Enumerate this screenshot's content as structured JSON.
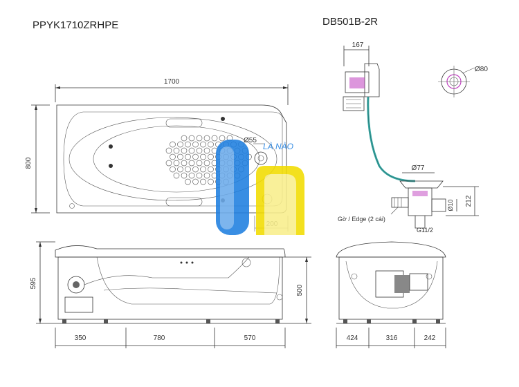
{
  "titles": {
    "tub_model": "PPYK1710ZRHPE",
    "drain_model": "DB501B-2R"
  },
  "watermark": {
    "text": "LÀ NÀO",
    "colors": [
      "#1e7fe0",
      "#f2dc00",
      "#ffffff"
    ]
  },
  "top_view": {
    "length": "1700",
    "width": "800",
    "hole_diameter": "Ø55",
    "drain_offset": "200"
  },
  "side_view": {
    "height_total": "595",
    "height_inner": "500",
    "segment_left": "350",
    "segment_mid": "780",
    "segment_right": "570"
  },
  "end_view": {
    "segment_left": "424",
    "segment_mid": "316",
    "segment_right": "242"
  },
  "drain_detail": {
    "top_width": "167",
    "cover_diameter": "Ø80",
    "waste_diameter": "Ø77",
    "pipe_diameter": "Ø10",
    "height": "212",
    "edge_label": "Gờ / Edge (2 cái)",
    "thread": "G11/2"
  },
  "colors": {
    "cable": "#3aa7a3",
    "accent": "#c040c0",
    "line": "#333333"
  }
}
